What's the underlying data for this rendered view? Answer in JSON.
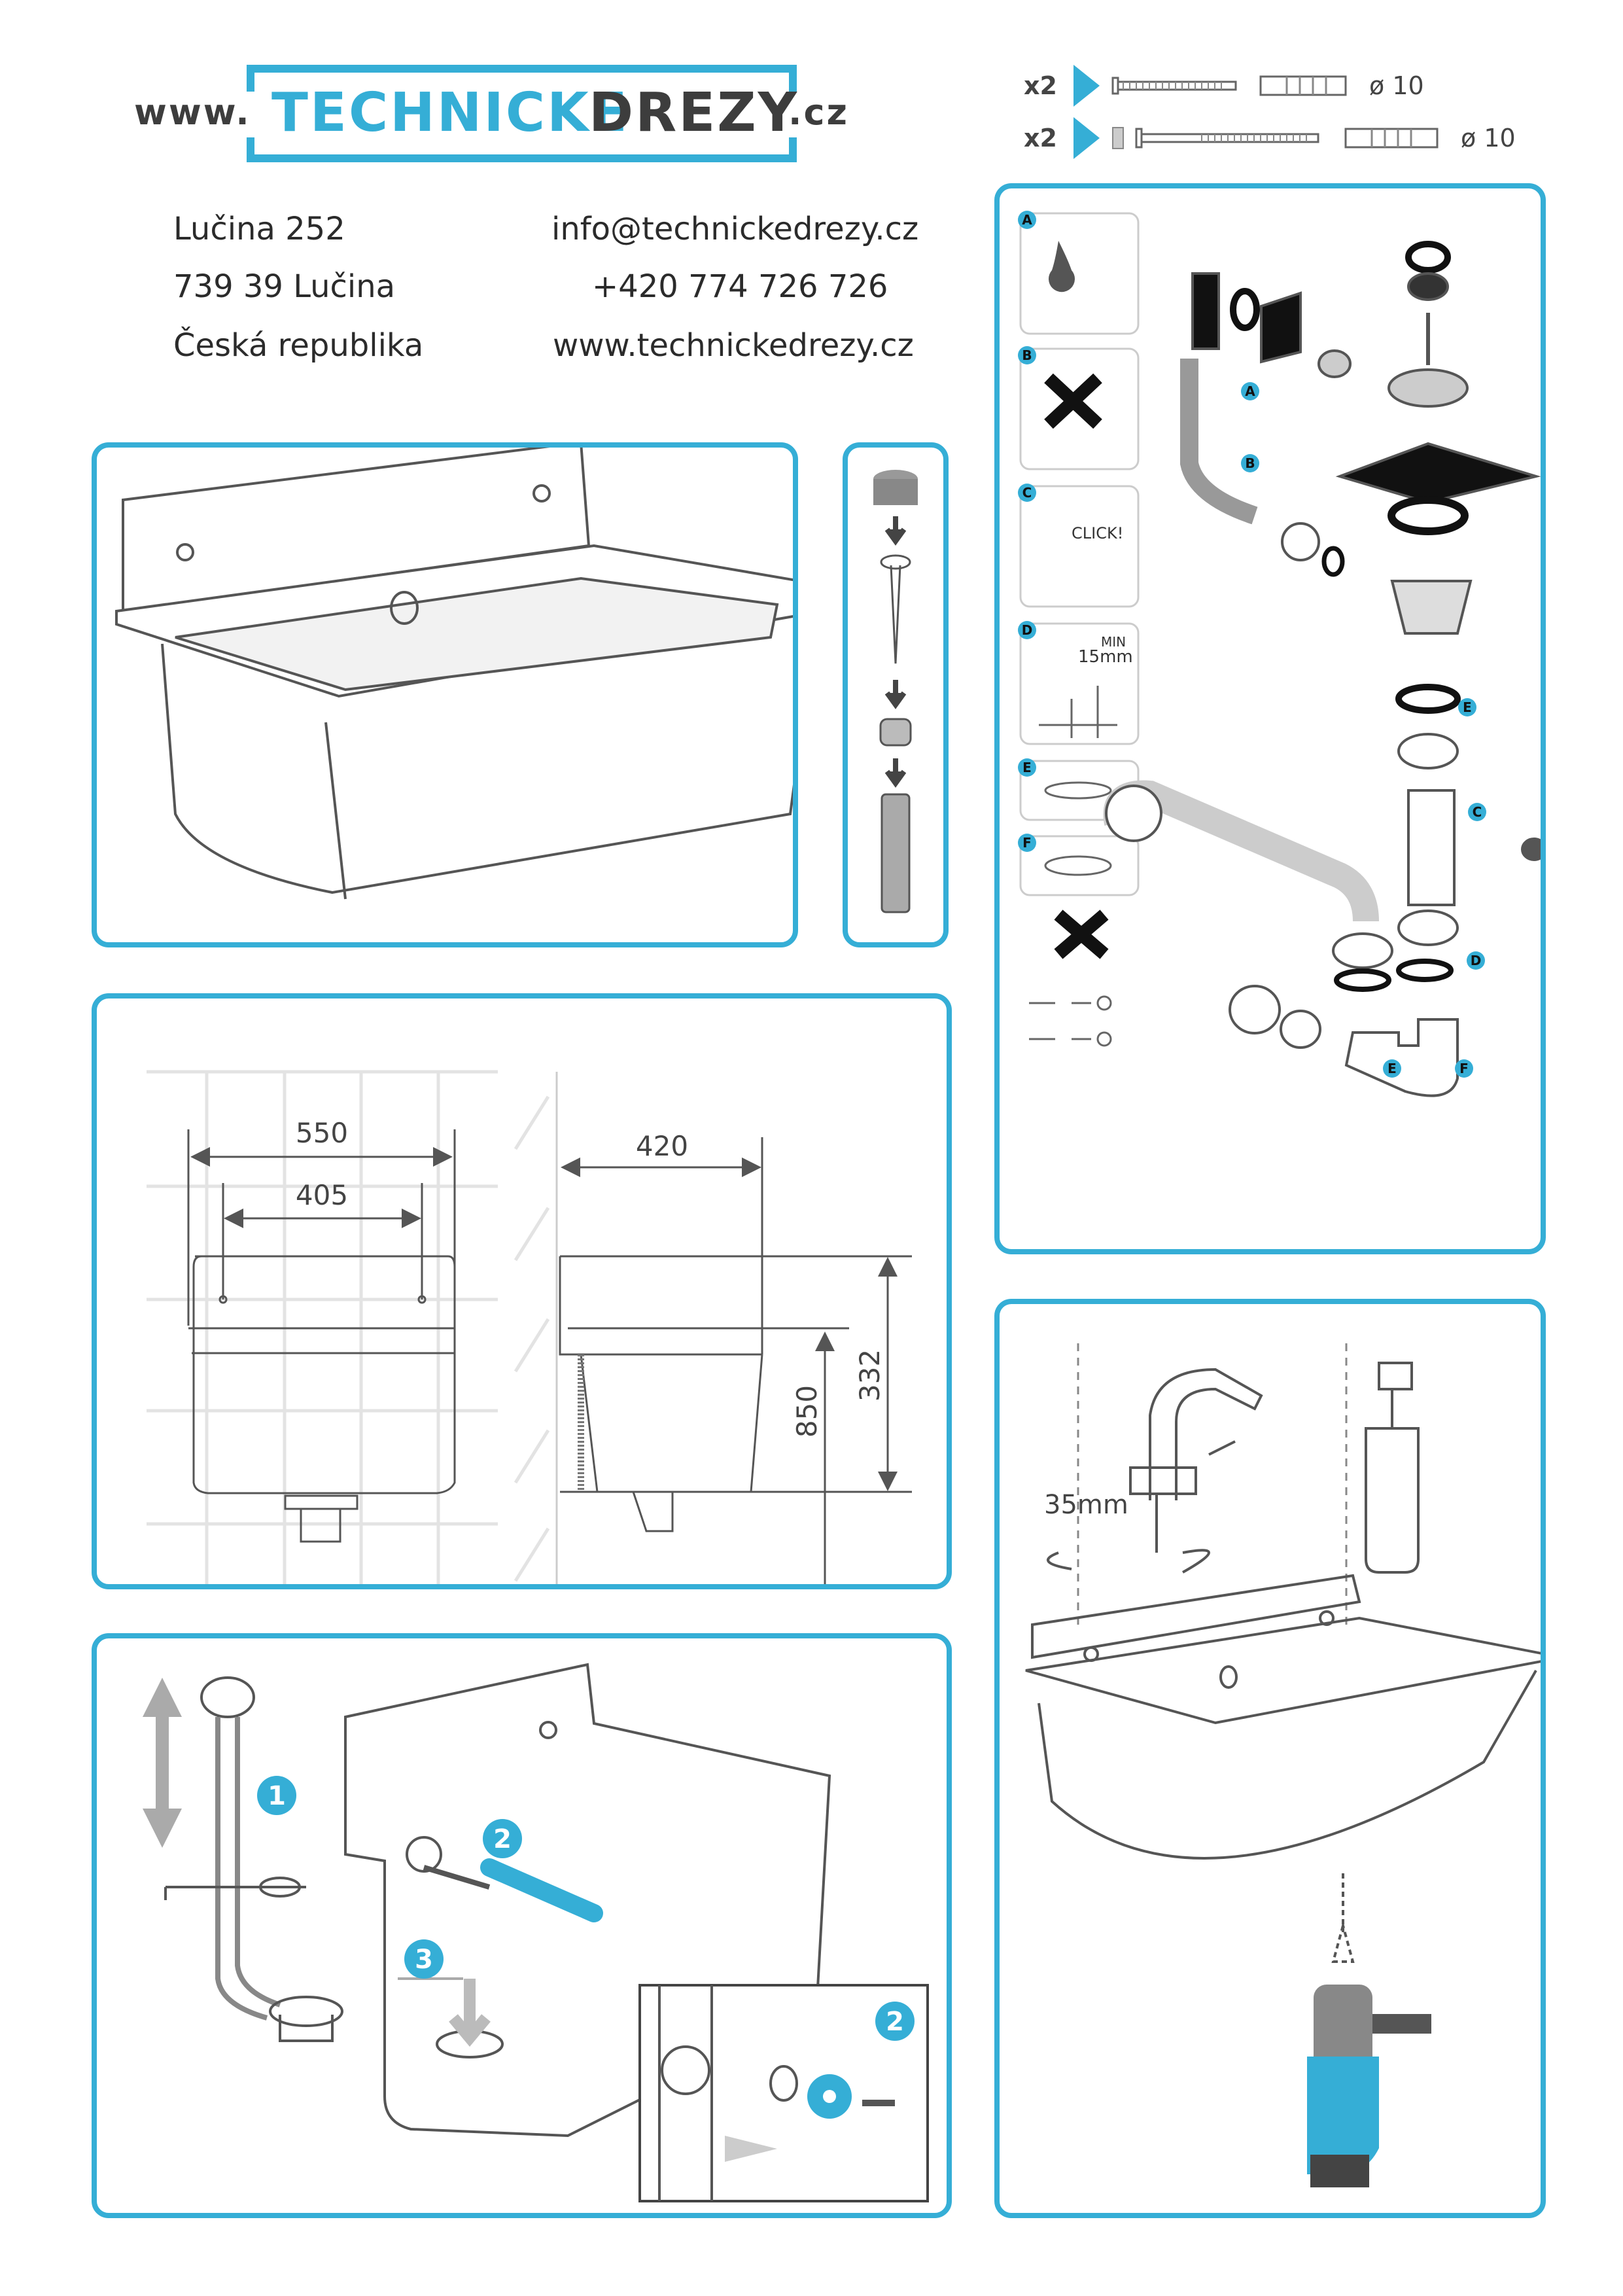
{
  "logo": {
    "prefix": "www.",
    "word1": "TECHNICKE",
    "word2": "DREZY",
    "suffix": ".cz"
  },
  "contact": {
    "address": [
      "Lučina 252",
      "739 39  Lučina",
      "Česká republika"
    ],
    "email": "info@technickedrezy.cz",
    "phone": "+420 774 726 726",
    "web": "www.technickedrezy.cz"
  },
  "hardware": [
    {
      "qty": "x2",
      "diameter": "ø 10"
    },
    {
      "qty": "x2",
      "diameter": "ø 10"
    }
  ],
  "dimensions": {
    "width": "550",
    "hole_spacing": "405",
    "depth": "420",
    "mount_height": "850",
    "sink_height": "332"
  },
  "siphon": {
    "steps": [
      "A",
      "B",
      "C",
      "D",
      "E",
      "F"
    ],
    "click_label": "CLICK!",
    "min_label": "MIN",
    "min_value": "15mm",
    "part_labels": [
      "A",
      "B",
      "C",
      "D",
      "E",
      "E",
      "F"
    ]
  },
  "install": {
    "steps": [
      "1",
      "2",
      "3",
      "2"
    ]
  },
  "faucet": {
    "hole_label": "35mm"
  },
  "colors": {
    "accent": "#35aed6",
    "dark": "#3d3d3d"
  }
}
